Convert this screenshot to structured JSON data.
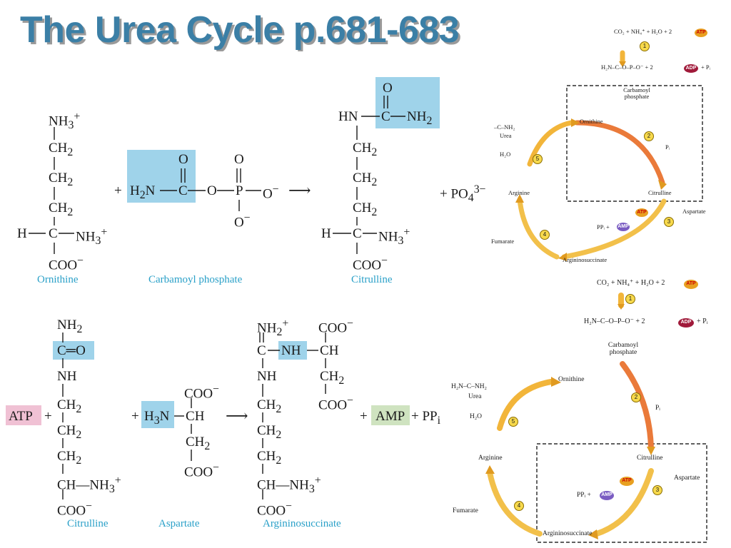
{
  "title": "The Urea Cycle p.681-683",
  "reaction1": {
    "ornithine_atoms": {
      "nh3": "NH",
      "ch2": "CH",
      "h": "H",
      "c": "C",
      "coo": "COO"
    },
    "plus": "+",
    "h2n": "H",
    "c_label": "C",
    "o_label": "O",
    "p_label": "P",
    "o_minus": "O",
    "arrow": "⟶",
    "citrulline_hn": "HN",
    "citrulline_nh2": "NH",
    "po4": "+ PO",
    "captions": [
      "Ornithine",
      "Carbamoyl phosphate",
      "Citrulline"
    ]
  },
  "reaction2": {
    "atp": "ATP",
    "amp": "AMP",
    "ppi": "+ PP",
    "c_eq_o": "C═O",
    "nh": "NH",
    "captions": [
      "Citrulline",
      "Aspartate",
      "Argininosuccinate"
    ]
  },
  "cycle_top": {
    "inputs": "CO₂ + NH₄⁺ + H₂O + 2",
    "atp": "ATP",
    "adp": "ADP",
    "carbamoyl_phosphate": "Carbamoyl phosphate",
    "ornithine": "Ornithine",
    "citrulline": "Citrulline",
    "arginine": "Arginine",
    "argininosuccinate": "Argininosuccinate",
    "aspartate": "Aspartate",
    "fumarate": "Fumarate",
    "urea": "Urea",
    "h2o": "H₂O",
    "pi": "Pᵢ",
    "ppi": "PPᵢ +",
    "amp": "AMP",
    "steps": [
      "1",
      "2",
      "3",
      "4",
      "5"
    ]
  },
  "cycle_bottom": {
    "inputs": "CO₂ + NH₄⁺ + H₂O + 2",
    "atp": "ATP",
    "adp": "ADP",
    "carbamoyl_phosphate": "Carbamoyl phosphate",
    "ornithine": "Ornithine",
    "citrulline": "Citrulline",
    "arginine": "Arginine",
    "argininosuccinate": "Argininosuccinate",
    "aspartate": "Aspartate",
    "fumarate": "Fumarate",
    "urea": "Urea",
    "h2o": "H₂O",
    "pi": "Pᵢ",
    "ppi": "PPᵢ +",
    "amp": "AMP",
    "steps": [
      "1",
      "2",
      "3",
      "4",
      "5"
    ]
  },
  "colors": {
    "title": "#3b7fa6",
    "caption": "#2aa0c8",
    "highlight_blue": "#9fd3ea",
    "highlight_pink": "#f0c1d4",
    "highlight_green": "#cfe3c0",
    "arrow_yellow": "#f7c948",
    "arrow_orange": "#ea7a3a"
  }
}
